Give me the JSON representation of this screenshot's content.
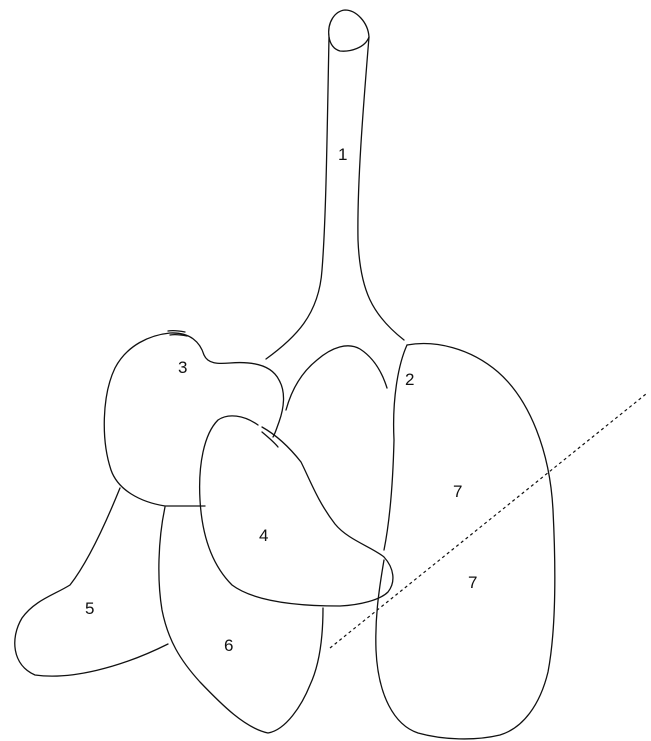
{
  "diagram": {
    "labels": {
      "region_1": "1",
      "region_2": "2",
      "region_3": "3",
      "region_4": "4",
      "region_5": "5",
      "region_6": "6",
      "region_7_upper": "7",
      "region_7_lower": "7"
    }
  }
}
